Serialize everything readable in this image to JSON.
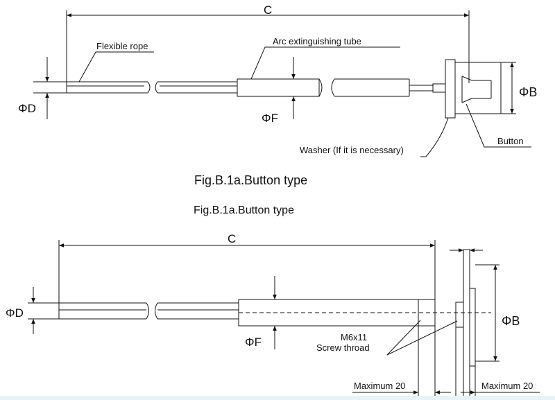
{
  "figure1": {
    "label_c": "C",
    "label_flexible_rope": "Flexible rope",
    "label_arc_tube": "Arc extinguishing tube",
    "label_phi_b": "ΦB",
    "label_phi_d": "ΦD",
    "label_phi_f": "ΦF",
    "label_button": "Button",
    "label_washer": "Washer (If it is necessary)",
    "caption": "Fig.B.1a.Button type"
  },
  "figure2": {
    "caption": "Fig.B.1a.Button type",
    "label_c": "C",
    "label_phi_d": "ΦD",
    "label_phi_f": "ΦF",
    "label_phi_b": "ΦB",
    "label_screw_size": "M6x11",
    "label_screw_thread": "Screw throad",
    "label_max_left": "Maximum 20",
    "label_max_right": "Maximum 20"
  },
  "colors": {
    "line": "#111111",
    "background": "#ffffff",
    "bottom_strip": "#e6f4f8"
  }
}
